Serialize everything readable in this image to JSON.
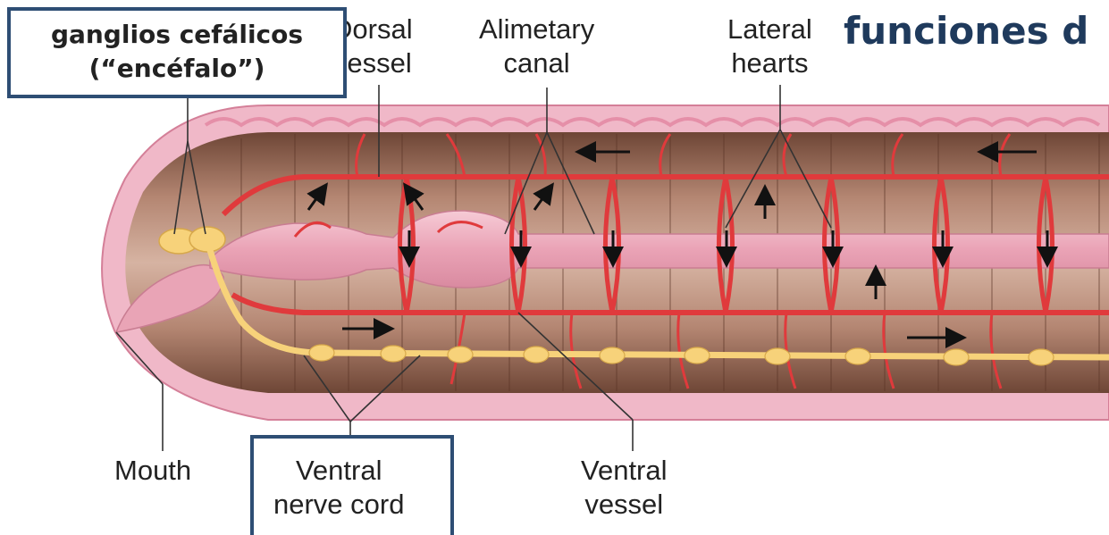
{
  "header": {
    "title": "funciones d"
  },
  "callouts": {
    "brain_line1": "ganglios cefálicos",
    "brain_line2": "(“encéfalo”)"
  },
  "labels": {
    "dorsal_vessel": [
      "Dorsal",
      "vessel"
    ],
    "alimentary_canal": [
      "Alimetary",
      "canal"
    ],
    "lateral_hearts": [
      "Lateral",
      "hearts"
    ],
    "mouth": "Mouth",
    "ventral_nerve_cord": [
      "Ventral",
      "nerve cord"
    ],
    "ventral_vessel": [
      "Ventral",
      "vessel"
    ]
  },
  "colors": {
    "skin_outer": "#f0b8c8",
    "body_cavity": "#8a5a48",
    "body_cavity_light": "#c8a08c",
    "gut": "#f2b9c8",
    "vessel": "#e03a3c",
    "nerve": "#f7d27a",
    "box_border": "#2e4e74",
    "title": "#1f3a5c"
  }
}
